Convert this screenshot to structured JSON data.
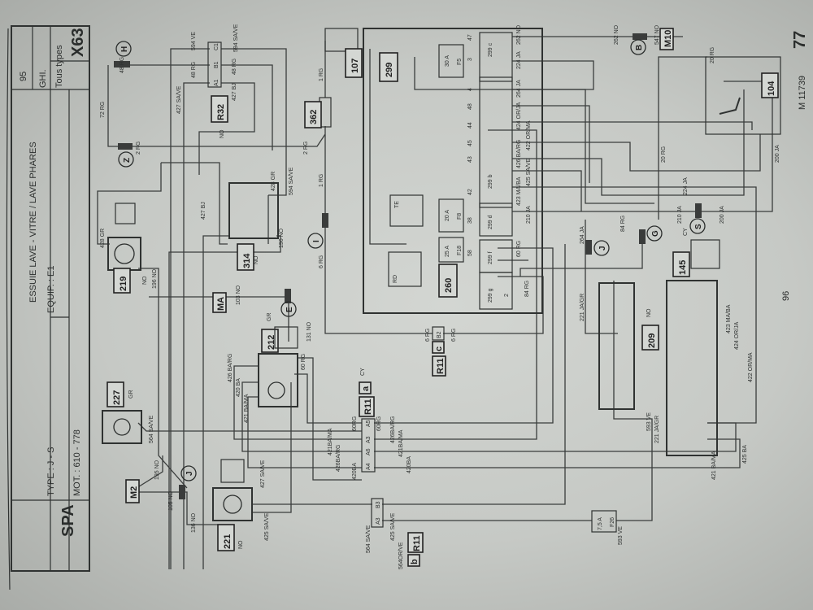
{
  "header": {
    "brand": "SPA",
    "code": "X63",
    "page_ref": "95",
    "title": "ESSUIE LAVE - VITRE / LAVE PHARES",
    "type": "TYPE : J - S",
    "equip": "EQUIP. : E1",
    "motor": "MOT. : 610 - 778",
    "version": "GHI.",
    "applies": "Tous types"
  },
  "footer": {
    "page_number": "77",
    "diagram_ref": "M 11739",
    "side_page": "96"
  },
  "components": {
    "c299": "299",
    "c107": "107",
    "c362": "362",
    "r32": "R32",
    "c314": "314",
    "c219": "219",
    "c227": "227",
    "c221": "221",
    "c212": "212",
    "r11a": "R11",
    "r11a_tag": "a",
    "r11b": "R11",
    "r11b_tag": "b",
    "r11c": "R11",
    "r11c_tag": "c",
    "c260": "260",
    "c209": "209",
    "c145": "145",
    "c104": "104",
    "f5": "F5",
    "f5_rating": "30 A",
    "f8": "F8",
    "f8_rating": "20 A",
    "f18": "F18",
    "f18_rating": "25 A",
    "f26": "F26",
    "f26_rating": "7,5 A",
    "m2": "M2",
    "ma": "MA",
    "m10": "M10",
    "te": "TE",
    "rd": "RD",
    "c299c": "299 c",
    "c299b": "299 b",
    "c299d": "299 d",
    "c299f": "299 f",
    "c299g": "299 g"
  },
  "color_tags": {
    "nc": "NO",
    "gr": "GR",
    "cy": "CY"
  },
  "connectors": [
    "H",
    "Z",
    "I",
    "E",
    "J",
    "J",
    "G",
    "S",
    "B"
  ],
  "wires": {
    "w48rg_a": "48 RG",
    "w48rg_b": "48 RG",
    "w48rg_c": "48 RG",
    "w72rg": "72 RG",
    "w2rg_a": "2 RG",
    "w2rg_b": "2 RG",
    "w594ve": "594 VE",
    "w594save": "594 SA/VE",
    "w594save_b": "594 SA/VE",
    "w427bj": "427 BJ",
    "w427save": "427 SA/VE",
    "w1rg_a": "1 RG",
    "w1rg_b": "1 RG",
    "w6rg_a": "6 RG",
    "w6rg_b": "6 RG",
    "w6rg_c": "6 RG",
    "w428gr": "428 GR",
    "w428gr_b": "428 GR",
    "w196no": "196 NO",
    "w196no_b": "196 NO",
    "w195no": "195 NO",
    "w427bj_b": "427 BJ",
    "w103no": "103 NO",
    "w131no": "131 NO",
    "w60rg": "60 RG",
    "w60rg_b": "60RG",
    "w60rg_c": "60RG",
    "w60rg_d": "60 RG",
    "w426barg": "426 BA/RG",
    "w420ba": "420 BA",
    "w421bama": "421 BA/MA",
    "w421bama_b": "421BA/MA",
    "w426barg_b": "426BA/RG",
    "w420ba_b": "420BA",
    "w421bama_c": "421BA/MA",
    "w426barg_c": "426BA/RG",
    "w420ba_c": "420BA",
    "w564save": "564 SA/VE",
    "w105no": "105 NO",
    "w136no": "136 NO",
    "w427save_b": "427 SA/VE",
    "w425save": "425 SA/VE",
    "w425save_b": "425 SA/VE",
    "w564save_b": "564 SA/VE",
    "w564orve": "564OR/VE",
    "w593ve": "593 VE",
    "w593ve_b": "593 VE",
    "w262no": "262 NO",
    "w262no_b": "262 NO",
    "w547no": "547 NO",
    "w224ja": "224 JA",
    "w224ja_b": "224 JA",
    "w264ja": "264 JA",
    "w264ja_b": "264 JA",
    "w424orja": "424 OR/JA",
    "w422orma": "422 OR/MA",
    "w426barg_d": "426 BA/RG",
    "w425save_c": "425 SA/VE",
    "w423maba": "423 MA/BA",
    "w210ja": "210 JA",
    "w210ja_b": "210 JA",
    "w200ja": "200 JA",
    "w200ja_b": "200 JA",
    "w20rg": "20 RG",
    "w20rg_b": "20 RG",
    "w84rg": "84 RG",
    "w84rg_b": "84 RG",
    "w221jagr": "221 JA/GR",
    "w221jagr_b": "221 JA/GR",
    "w423maba_b": "423 MA/BA",
    "w424orja_b": "424 OR/JA",
    "w422orma_b": "422 OR/MA",
    "w425ba": "425 BA",
    "w421bama_d": "421 BA/MA"
  },
  "pins": {
    "p47": "47",
    "p3": "3",
    "p4": "4",
    "p48": "48",
    "p44": "44",
    "p45": "45",
    "p43": "43",
    "p42": "42",
    "p38": "38",
    "p58": "58",
    "p2": "2",
    "a1": "A1",
    "b1": "B1",
    "c1": "C1",
    "a3": "A3",
    "a4": "A4",
    "a5": "A5",
    "a6": "A6",
    "b3": "B3",
    "b2": "B2"
  }
}
